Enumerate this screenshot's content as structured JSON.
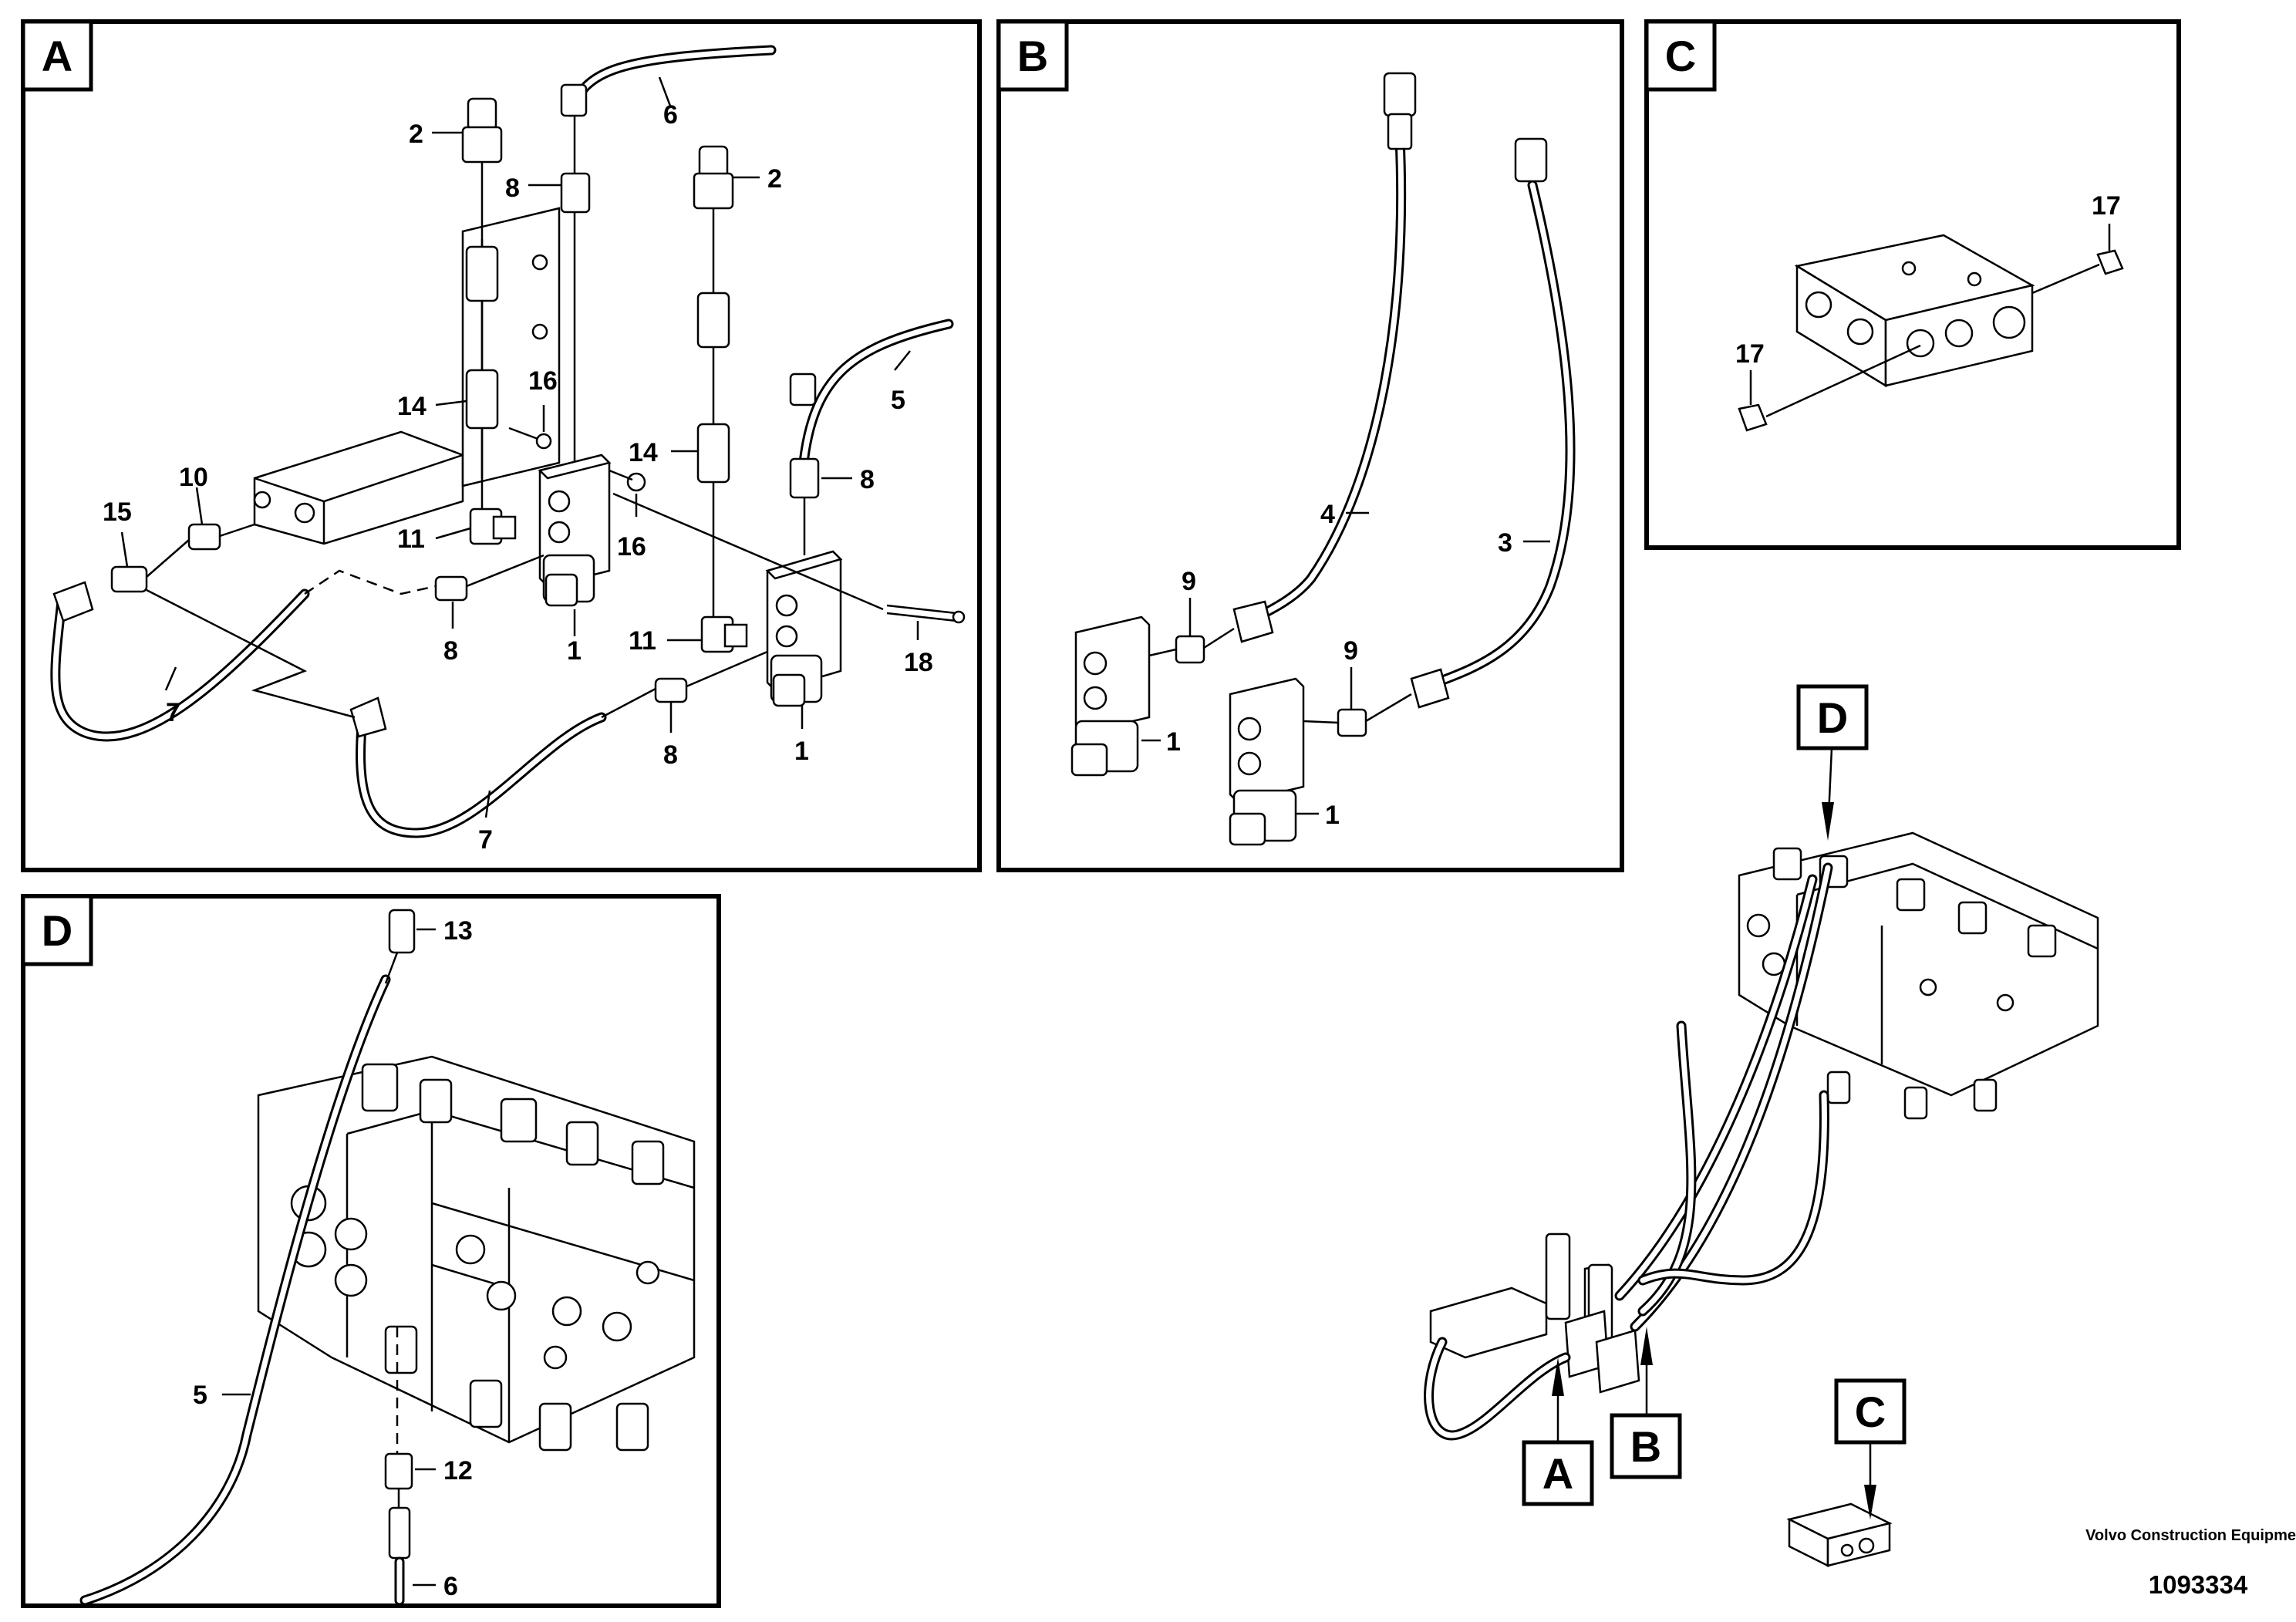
{
  "panels": [
    {
      "id": "A",
      "label": "A"
    },
    {
      "id": "B",
      "label": "B"
    },
    {
      "id": "C",
      "label": "C"
    },
    {
      "id": "D",
      "label": "D"
    }
  ],
  "overview_labels": {
    "A": "A",
    "B": "B",
    "C": "C",
    "D": "D"
  },
  "callouts": {
    "A": {
      "c1": "2",
      "c2": "6",
      "c3": "8",
      "c4": "2",
      "c5": "14",
      "c6": "16",
      "c7": "5",
      "c8": "10",
      "c9": "15",
      "c10": "14",
      "c11": "8",
      "c12": "11",
      "c13": "16",
      "c14": "8",
      "c15": "1",
      "c16": "7",
      "c17": "11",
      "c18": "18",
      "c19": "8",
      "c20": "1",
      "c21": "7"
    },
    "B": {
      "c1": "4",
      "c2": "3",
      "c3": "9",
      "c4": "1",
      "c5": "9",
      "c6": "1"
    },
    "C": {
      "c1": "17",
      "c2": "17"
    },
    "D": {
      "c1": "13",
      "c2": "5",
      "c3": "12",
      "c4": "6"
    }
  },
  "footer": {
    "company": "Volvo Construction Equipment",
    "drawing_number": "1093334"
  }
}
